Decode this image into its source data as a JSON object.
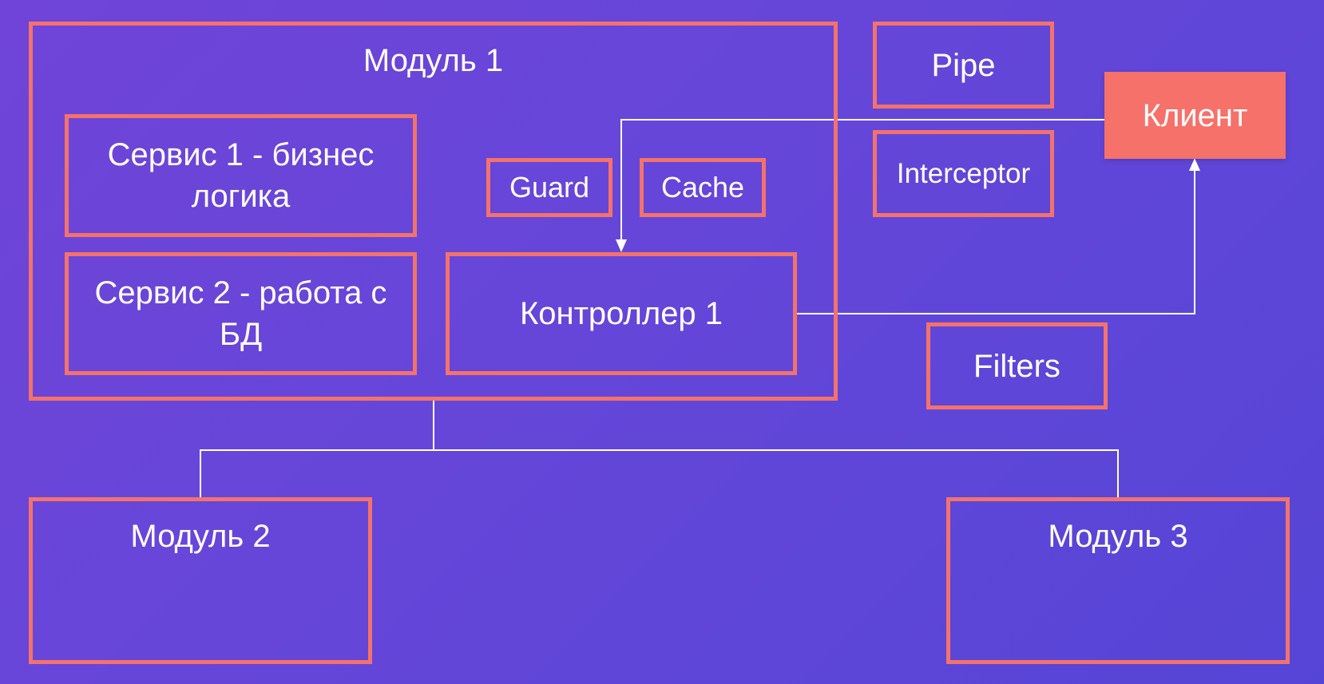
{
  "diagram": {
    "module1": {
      "label": "Модуль 1"
    },
    "service1": {
      "label": "Сервис 1 - бизнес логика"
    },
    "service2": {
      "label": "Сервис 2 - работа с БД"
    },
    "guard": {
      "label": "Guard"
    },
    "cache": {
      "label": "Cache"
    },
    "controller1": {
      "label": "Контроллер 1"
    },
    "pipe": {
      "label": "Pipe"
    },
    "interceptor": {
      "label": "Interceptor"
    },
    "client": {
      "label": "Клиент"
    },
    "filters": {
      "label": "Filters"
    },
    "module2": {
      "label": "Модуль 2"
    },
    "module3": {
      "label": "Модуль 3"
    }
  },
  "colors": {
    "background_start": "#7044d8",
    "background_end": "#5545d6",
    "box_border": "#f4726b",
    "client_fill": "#f5716a",
    "connector": "#ffffff",
    "text": "#ffffff"
  }
}
